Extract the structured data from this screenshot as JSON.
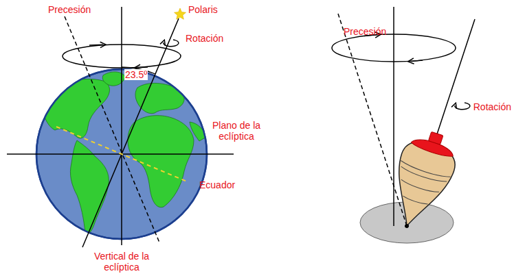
{
  "diagram": {
    "labels": [
      "Precesión",
      "Polaris",
      "Rotación",
      "23.5º",
      "Plano de la eclíptica",
      "Ecuador",
      "Vertical de la eclíptica",
      "Precesión",
      "Rotación"
    ]
  }
}
